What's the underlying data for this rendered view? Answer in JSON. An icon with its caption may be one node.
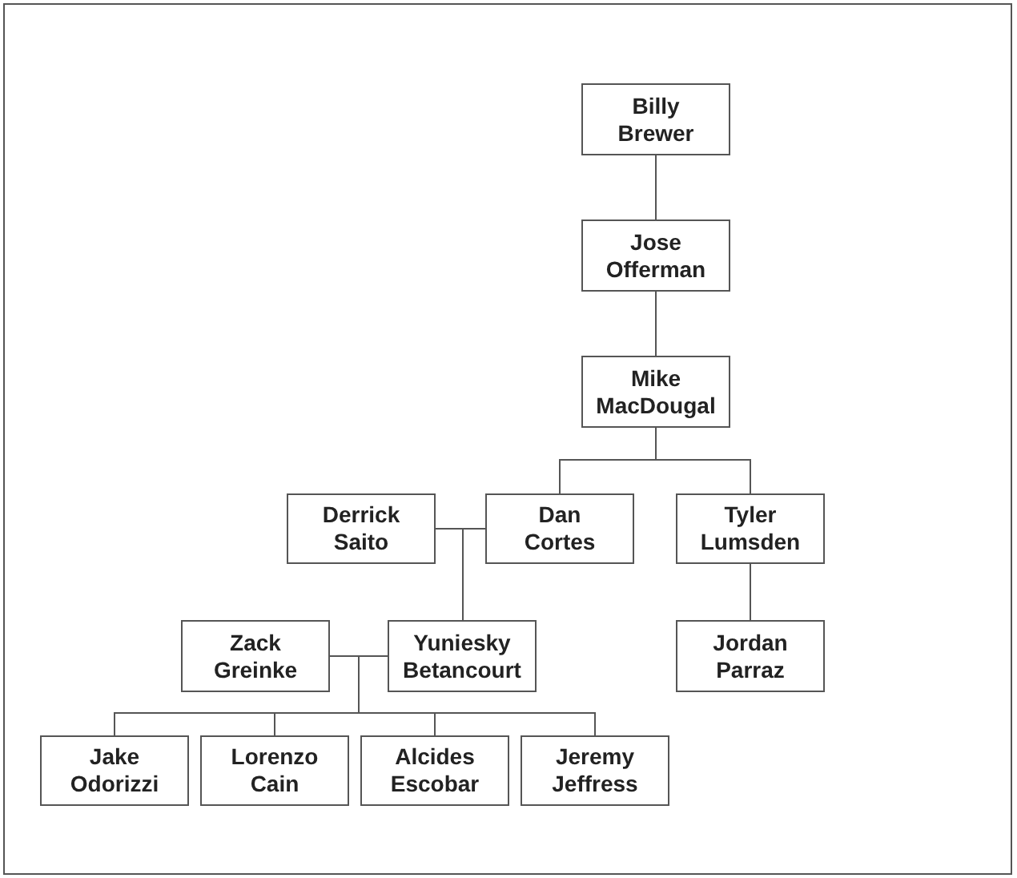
{
  "diagram": {
    "nodes": [
      {
        "text": [
          "Billy Brewer"
        ]
      },
      {
        "text": [
          "Jose Offerman"
        ]
      },
      {
        "text": [
          "Mike MacDougal"
        ]
      },
      {
        "text": [
          "Derrick Saito"
        ]
      },
      {
        "text": [
          "Dan Cortes"
        ]
      },
      {
        "text": [
          "Tyler Lumsden"
        ]
      },
      {
        "text": [
          "Zack Greinke"
        ]
      },
      {
        "text": [
          "Yuniesky Betancourt"
        ]
      },
      {
        "text": [
          "Jordan Parraz"
        ]
      },
      {
        "text": [
          "Jake Odorizzi"
        ]
      },
      {
        "text": [
          "Lorenzo Cain"
        ]
      },
      {
        "text": [
          "Alcides Escobar"
        ]
      },
      {
        "text": [
          "Jeremy Jeffress"
        ]
      }
    ],
    "edges": [
      {
        "from": 0,
        "to": 1,
        "arrow": "none"
      },
      {
        "from": 1,
        "to": 2,
        "arrow": "none"
      },
      {
        "from": 2,
        "to": 4,
        "arrow": "none"
      },
      {
        "from": 2,
        "to": 5,
        "arrow": "none"
      },
      {
        "from": 3,
        "to": 7,
        "arrow": "none"
      },
      {
        "from": 4,
        "to": 7,
        "arrow": "none"
      },
      {
        "from": 5,
        "to": 8,
        "arrow": "none"
      },
      {
        "from": 6,
        "to": 9,
        "arrow": "none"
      },
      {
        "from": 6,
        "to": 10,
        "arrow": "none"
      },
      {
        "from": 6,
        "to": 11,
        "arrow": "none"
      },
      {
        "from": 6,
        "to": 12,
        "arrow": "none"
      },
      {
        "from": 7,
        "to": 9,
        "arrow": "none"
      },
      {
        "from": 7,
        "to": 10,
        "arrow": "none"
      },
      {
        "from": 7,
        "to": 11,
        "arrow": "none"
      },
      {
        "from": 7,
        "to": 12,
        "arrow": "none"
      }
    ]
  }
}
